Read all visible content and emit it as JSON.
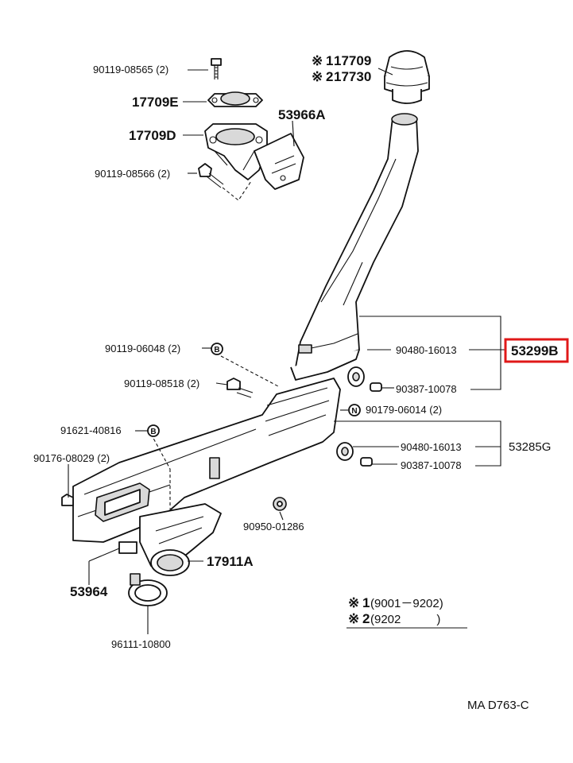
{
  "labels": {
    "p90119_08565": "90119-08565 (2)",
    "p17709E": "17709E",
    "p17709D": "17709D",
    "p53966A": "53966A",
    "p90119_08566": "90119-08566 (2)",
    "p17709": "17709",
    "p17730": "17730",
    "p90119_06048": "90119-06048 (2)",
    "p90119_08518": "90119-08518 (2)",
    "p90480_16013_a": "90480-16013",
    "p53299B": "53299B",
    "p90387_10078_a": "90387-10078",
    "p90179_06014": "90179-06014 (2)",
    "p91621_40816": "91621-40816",
    "p90176_08029": "90176-08029 (2)",
    "p90480_16013_b": "90480-16013",
    "p53285G": "53285G",
    "p90387_10078_b": "90387-10078",
    "p90950_01286": "90950-01286",
    "p17911A": "17911A",
    "p53964": "53964",
    "p96111_10800": "96111-10800"
  },
  "marks": {
    "star": "※",
    "one": "1",
    "two": "2",
    "circle_b": "B",
    "circle_n": "N"
  },
  "legend": {
    "star": "※",
    "r1_num": "1",
    "r1_text": "(9001－9202)",
    "r2_num": "2",
    "r2_text": "(9202　　　)"
  },
  "footer": {
    "code": "MA D763-C"
  },
  "highlight_color": "#e01818"
}
